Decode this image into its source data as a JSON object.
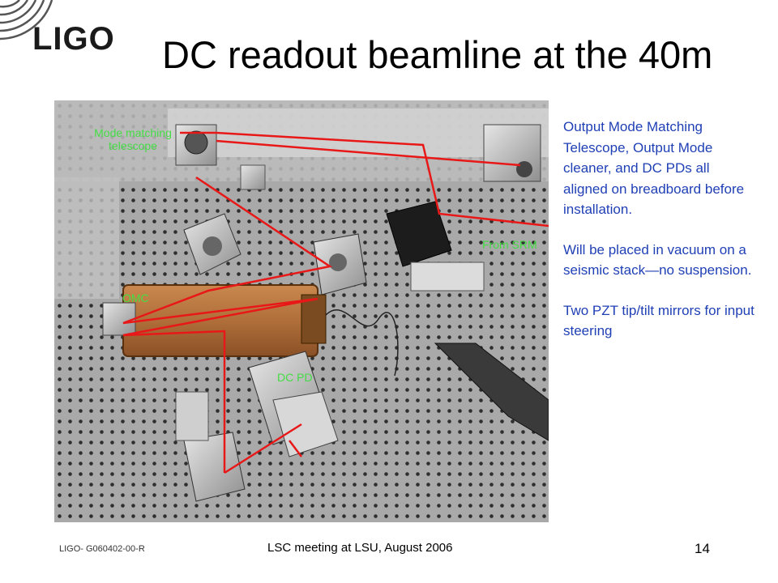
{
  "slide": {
    "title": "DC readout beamline at the 40m",
    "logo_text": "LIGO",
    "photo_labels": {
      "mode_matching_line1": "Mode matching",
      "mode_matching_line2": "telescope",
      "from_srm": "From SRM",
      "omc": "OMC",
      "dc_pd": "DC PD"
    },
    "side_paragraphs": [
      "Output Mode Matching Telescope, Output Mode cleaner, and DC PDs all aligned on breadboard before installation.",
      "Will be placed in vacuum on a seismic stack—no suspension.",
      "Two PZT tip/tilt mirrors for input steering"
    ],
    "footer": {
      "doc_id": "LIGO- G060402-00-R",
      "meeting": "LSC meeting at LSU, August 2006",
      "page_number": "14"
    }
  },
  "colors": {
    "title": "#000000",
    "side_text": "#1f3fb5",
    "photo_labels": "#44dd44",
    "beam": "#e81818"
  }
}
